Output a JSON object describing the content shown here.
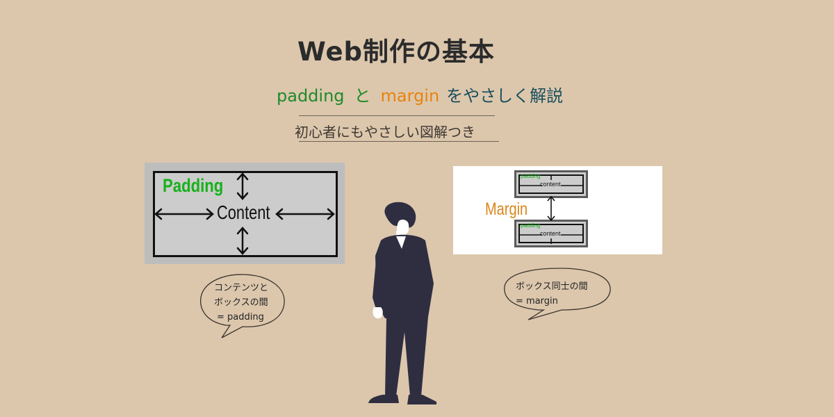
{
  "title": "Web制作の基本",
  "subtitle": {
    "padding": "padding",
    "and": "と",
    "margin": "margin",
    "rest": "をやさしく解説"
  },
  "tagline": "初心者にもやさしい図解つき",
  "left_diagram": {
    "padding_label": "Padding",
    "content_label": "Content"
  },
  "right_diagram": {
    "padding_label": "padding",
    "content_label": "content",
    "margin_label": "Margin"
  },
  "left_bubble": {
    "line1": "コンテンツと",
    "line2": "ボックスの間",
    "line3": "= padding"
  },
  "right_bubble": {
    "line1": "ボックス同士の間",
    "line2": "= margin"
  },
  "colors": {
    "background": "#dcc7ad",
    "padding_green": "#1f8a2a",
    "margin_orange": "#e8830e",
    "suit": "#2f2e41"
  },
  "icons": [
    "person-illustration",
    "double-arrow-icon"
  ]
}
